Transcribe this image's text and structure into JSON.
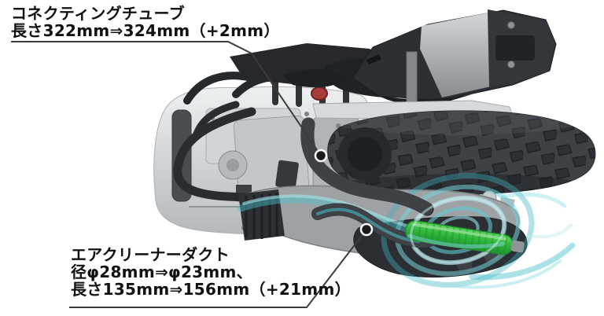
{
  "callouts": {
    "connecting_tube": {
      "line1": "コネクティングチューブ",
      "line2": "長さ322mm⇒324mm（+2mm）"
    },
    "air_cleaner_duct": {
      "line1": "エアクリーナーダクト",
      "line2": "径φ28mm⇒φ23mm、",
      "line3": "長さ135mm⇒156mm（+21mm）"
    }
  },
  "icons": {
    "connecting_tube_marker": "callout-point-marker",
    "air_cleaner_duct_marker": "callout-point-marker"
  },
  "colors": {
    "background": "#ffffff",
    "text": "#111111",
    "leader_line": "#3c3c3c",
    "airflow_cyan": "#4cc0cb",
    "airflow_cyan_light": "#b7eaee",
    "duct_green": "#2eb53a",
    "accent_red": "#a83a3a",
    "engine_silver": "#c3c7ca",
    "dark_parts": "#2b2e32",
    "tire_dark": "#3e4246"
  }
}
